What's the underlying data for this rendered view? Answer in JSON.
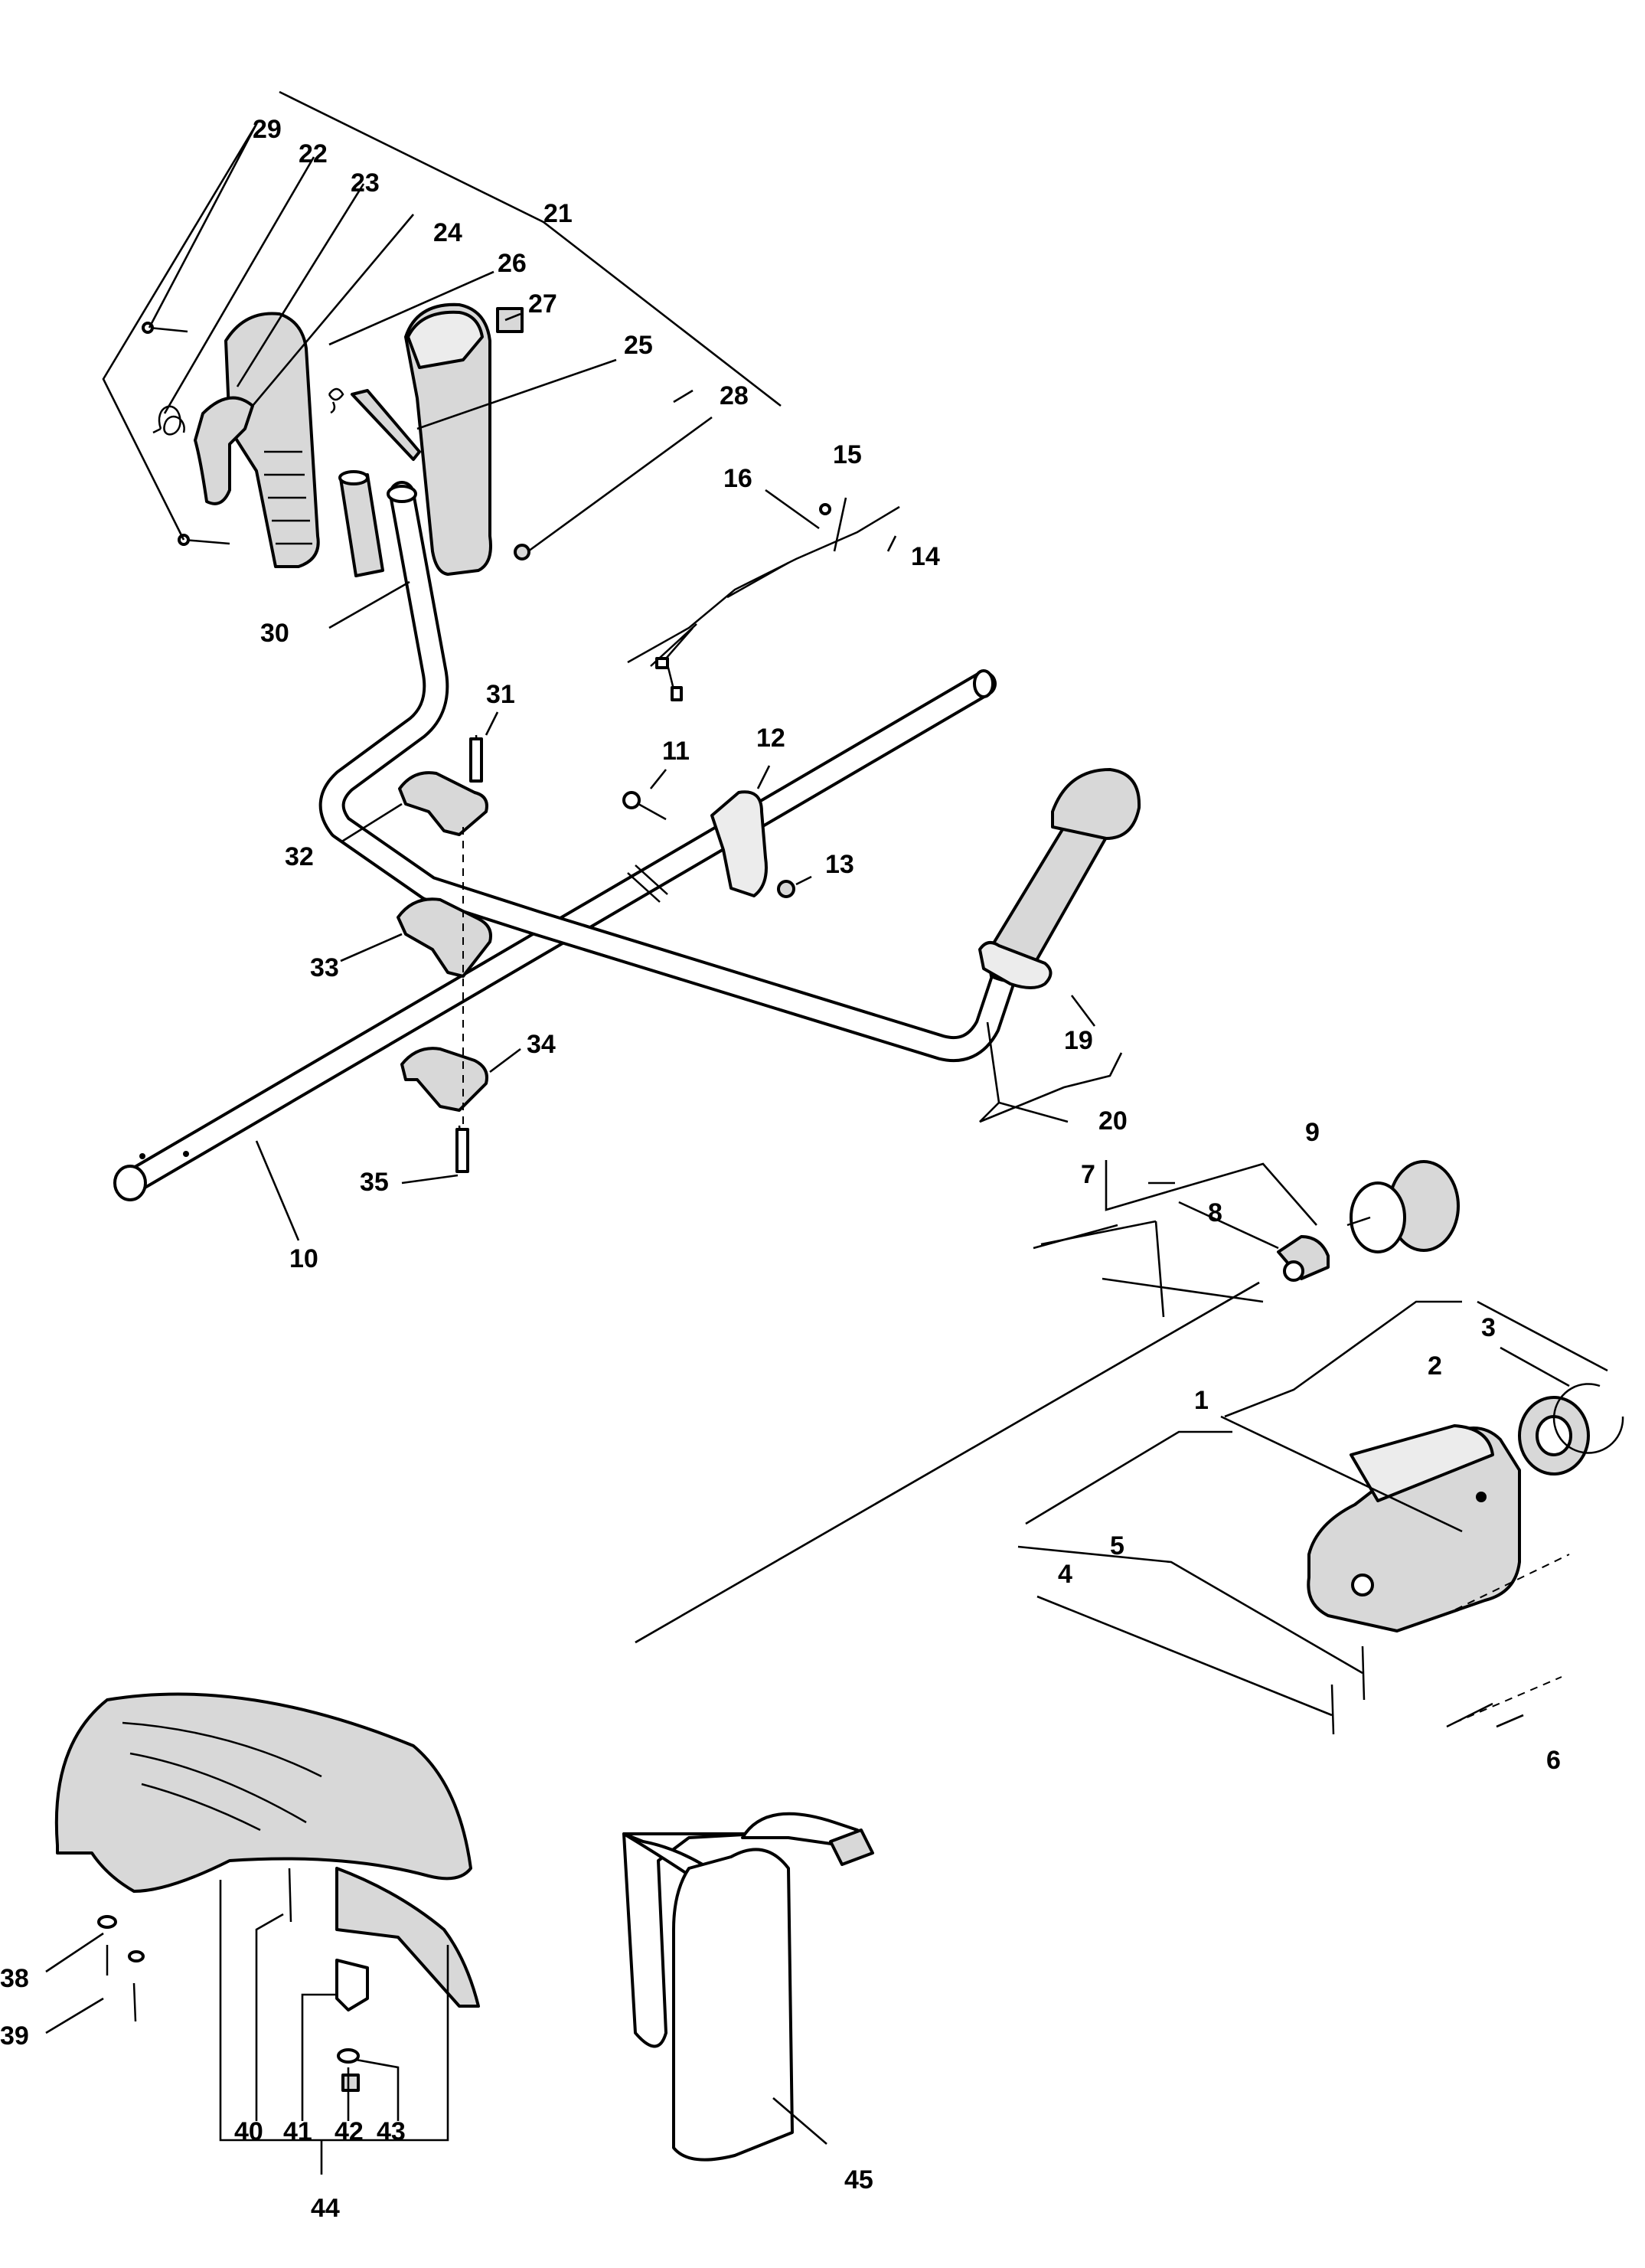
{
  "diagram": {
    "callouts": {
      "c1": "1",
      "c2": "2",
      "c3": "3",
      "c4": "4",
      "c5": "5",
      "c6": "6",
      "c7": "7",
      "c8": "8",
      "c9": "9",
      "c10": "10",
      "c11": "11",
      "c12": "12",
      "c13": "13",
      "c14": "14",
      "c15": "15",
      "c16": "16",
      "c19": "19",
      "c20": "20",
      "c21": "21",
      "c22": "22",
      "c23": "23",
      "c24": "24",
      "c25": "25",
      "c26": "26",
      "c27": "27",
      "c28": "28",
      "c29": "29",
      "c30": "30",
      "c31": "31",
      "c32": "32",
      "c33": "33",
      "c34": "34",
      "c35": "35",
      "c38": "38",
      "c39": "39",
      "c40": "40",
      "c41": "41",
      "c42": "42",
      "c43": "43",
      "c44": "44",
      "c45": "45"
    }
  }
}
